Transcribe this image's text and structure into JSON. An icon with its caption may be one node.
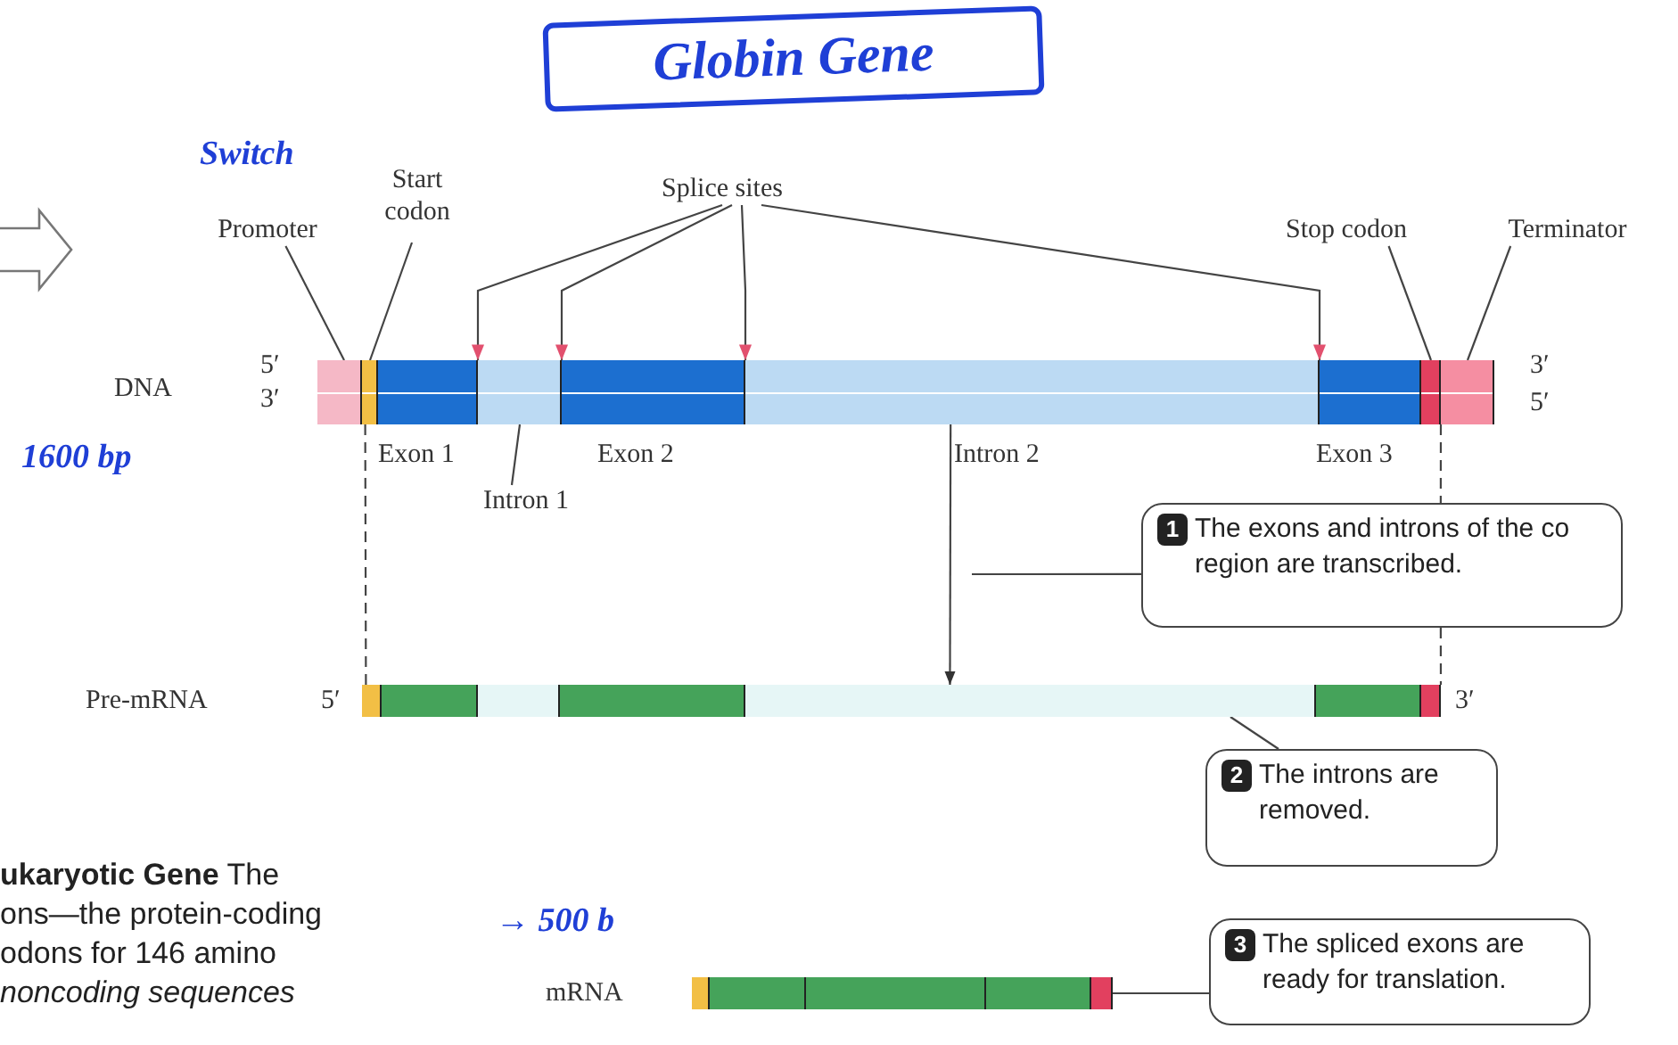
{
  "diagram": {
    "nodes": [
      {
        "text": [
          "Globin Gene"
        ]
      },
      {
        "text": [
          "Promoter"
        ]
      },
      {
        "text": [
          "Start codon"
        ]
      },
      {
        "text": [
          "Splice sites"
        ]
      },
      {
        "text": [
          "Stop codon"
        ]
      },
      {
        "text": [
          "Terminator"
        ]
      },
      {
        "text": [],
        "shape": "bar"
      },
      {
        "text": [],
        "shape": "box",
        "in": 6
      },
      {
        "text": [],
        "shape": "box",
        "in": 6
      },
      {
        "text": [],
        "shape": "box",
        "in": 6,
        "beside": [
          "Exon 1"
        ]
      },
      {
        "text": [],
        "shape": "box",
        "in": 6
      },
      {
        "text": [],
        "shape": "box",
        "in": 6,
        "beside": [
          "Exon 2"
        ]
      },
      {
        "text": [],
        "shape": "box",
        "in": 6,
        "beside": [
          "Intron 2"
        ]
      },
      {
        "text": [],
        "shape": "box",
        "in": 6,
        "beside": [
          "Exon 3"
        ]
      },
      {
        "text": [],
        "shape": "box",
        "in": 6
      },
      {
        "text": [],
        "shape": "box",
        "in": 6
      },
      {
        "text": [
          "Intron 1"
        ]
      },
      {
        "text": [],
        "shape": "bar"
      },
      {
        "text": [],
        "shape": "box",
        "in": 17
      },
      {
        "text": [],
        "shape": "box",
        "in": 17
      },
      {
        "text": [],
        "shape": "box",
        "in": 17
      },
      {
        "text": [],
        "shape": "box",
        "in": 17
      },
      {
        "text": [],
        "shape": "box",
        "in": 17
      },
      {
        "text": [],
        "shape": "box",
        "in": 17
      },
      {
        "text": [],
        "shape": "box",
        "in": 17
      },
      {
        "text": [],
        "shape": "bar"
      },
      {
        "text": [],
        "shape": "box",
        "in": 25
      },
      {
        "text": [],
        "shape": "box",
        "in": 25
      },
      {
        "text": [],
        "shape": "box",
        "in": 25
      },
      {
        "text": [],
        "shape": "box",
        "in": 25
      },
      {
        "text": [],
        "shape": "box",
        "in": 25
      },
      {
        "text": [
          "1",
          "The exons and introns of the co region are transcribed."
        ]
      },
      {
        "text": [
          "2",
          "The introns are removed."
        ]
      },
      {
        "text": [
          "3",
          "The spliced exons are ready for translation."
        ]
      }
    ],
    "edges": [
      {
        "from": 1,
        "to": 7,
        "arrow": "none"
      },
      {
        "from": 2,
        "to": 8,
        "arrow": "none"
      },
      {
        "from": 3,
        "to": 10,
        "arrow": "to"
      },
      {
        "from": 3,
        "to": 11,
        "arrow": "to"
      },
      {
        "from": 3,
        "to": 12,
        "arrow": "to"
      },
      {
        "from": 3,
        "to": 13,
        "arrow": "to"
      },
      {
        "from": 4,
        "to": 14,
        "arrow": "none"
      },
      {
        "from": 5,
        "to": 15,
        "arrow": "none"
      },
      {
        "from": 16,
        "to": 10,
        "arrow": "none"
      },
      {
        "from": 6,
        "to": 17,
        "arrow": "to"
      },
      {
        "from": 8,
        "to": 18,
        "arrow": "none",
        "style": "dashed"
      },
      {
        "from": 14,
        "to": 31,
        "arrow": "none",
        "style": "dashed"
      },
      {
        "from": 31,
        "to": 24,
        "arrow": "none",
        "style": "dashed"
      },
      {
        "from": 31,
        "to": null,
        "arrow": "none"
      },
      {
        "from": 32,
        "to": 22,
        "arrow": "none"
      },
      {
        "from": 33,
        "to": 25,
        "arrow": "none"
      }
    ],
    "labels": [
      "Switch",
      "DNA",
      "5′",
      "3′",
      "3′",
      "5′",
      "1600 bp",
      "Pre-mRNA",
      "5′",
      "3′",
      "**ukaryotic Gene** The",
      "ons—the protein-coding",
      "odons for 146 amino",
      "*noncoding sequences*",
      "→ 500 b",
      "mRNA"
    ]
  }
}
